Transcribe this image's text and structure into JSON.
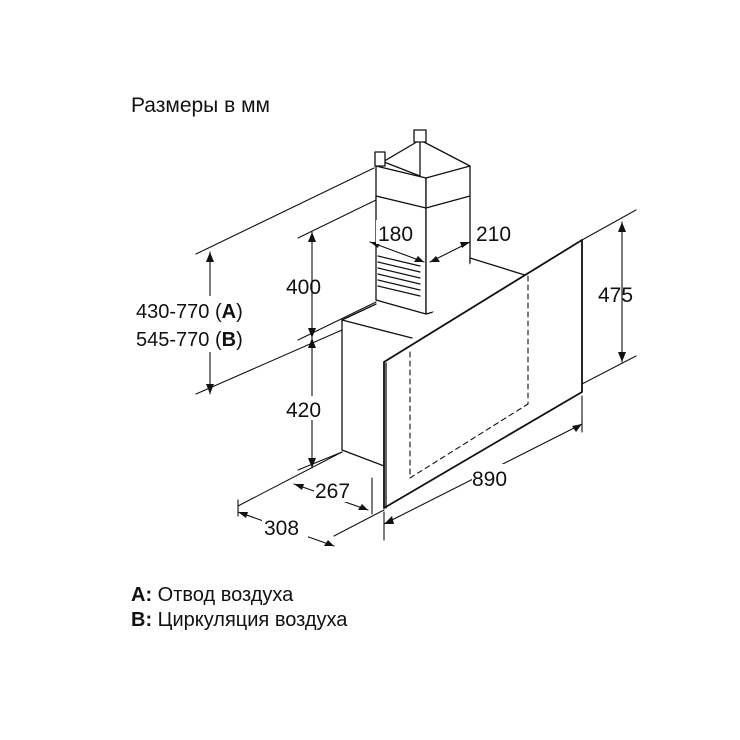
{
  "title": "Размеры в мм",
  "dimensions": {
    "duct_depth": "180",
    "duct_width": "210",
    "duct_height": "400",
    "height_a_value": "430-770",
    "height_a_open": "(",
    "height_a_letter": "A",
    "height_a_close": ")",
    "height_b_value": "545-770",
    "height_b_open": "(",
    "height_b_letter": "B",
    "height_b_close": ")",
    "body_height": "420",
    "panel_height": "475",
    "depth_inner": "267",
    "depth_outer": "308",
    "width": "890"
  },
  "legend": [
    {
      "key": "A",
      "sep": ":",
      "text": " Отвод воздуха"
    },
    {
      "key": "B",
      "sep": ":",
      "text": " Циркуляция воздуха"
    }
  ],
  "colors": {
    "line": "#111111",
    "background": "#ffffff"
  }
}
